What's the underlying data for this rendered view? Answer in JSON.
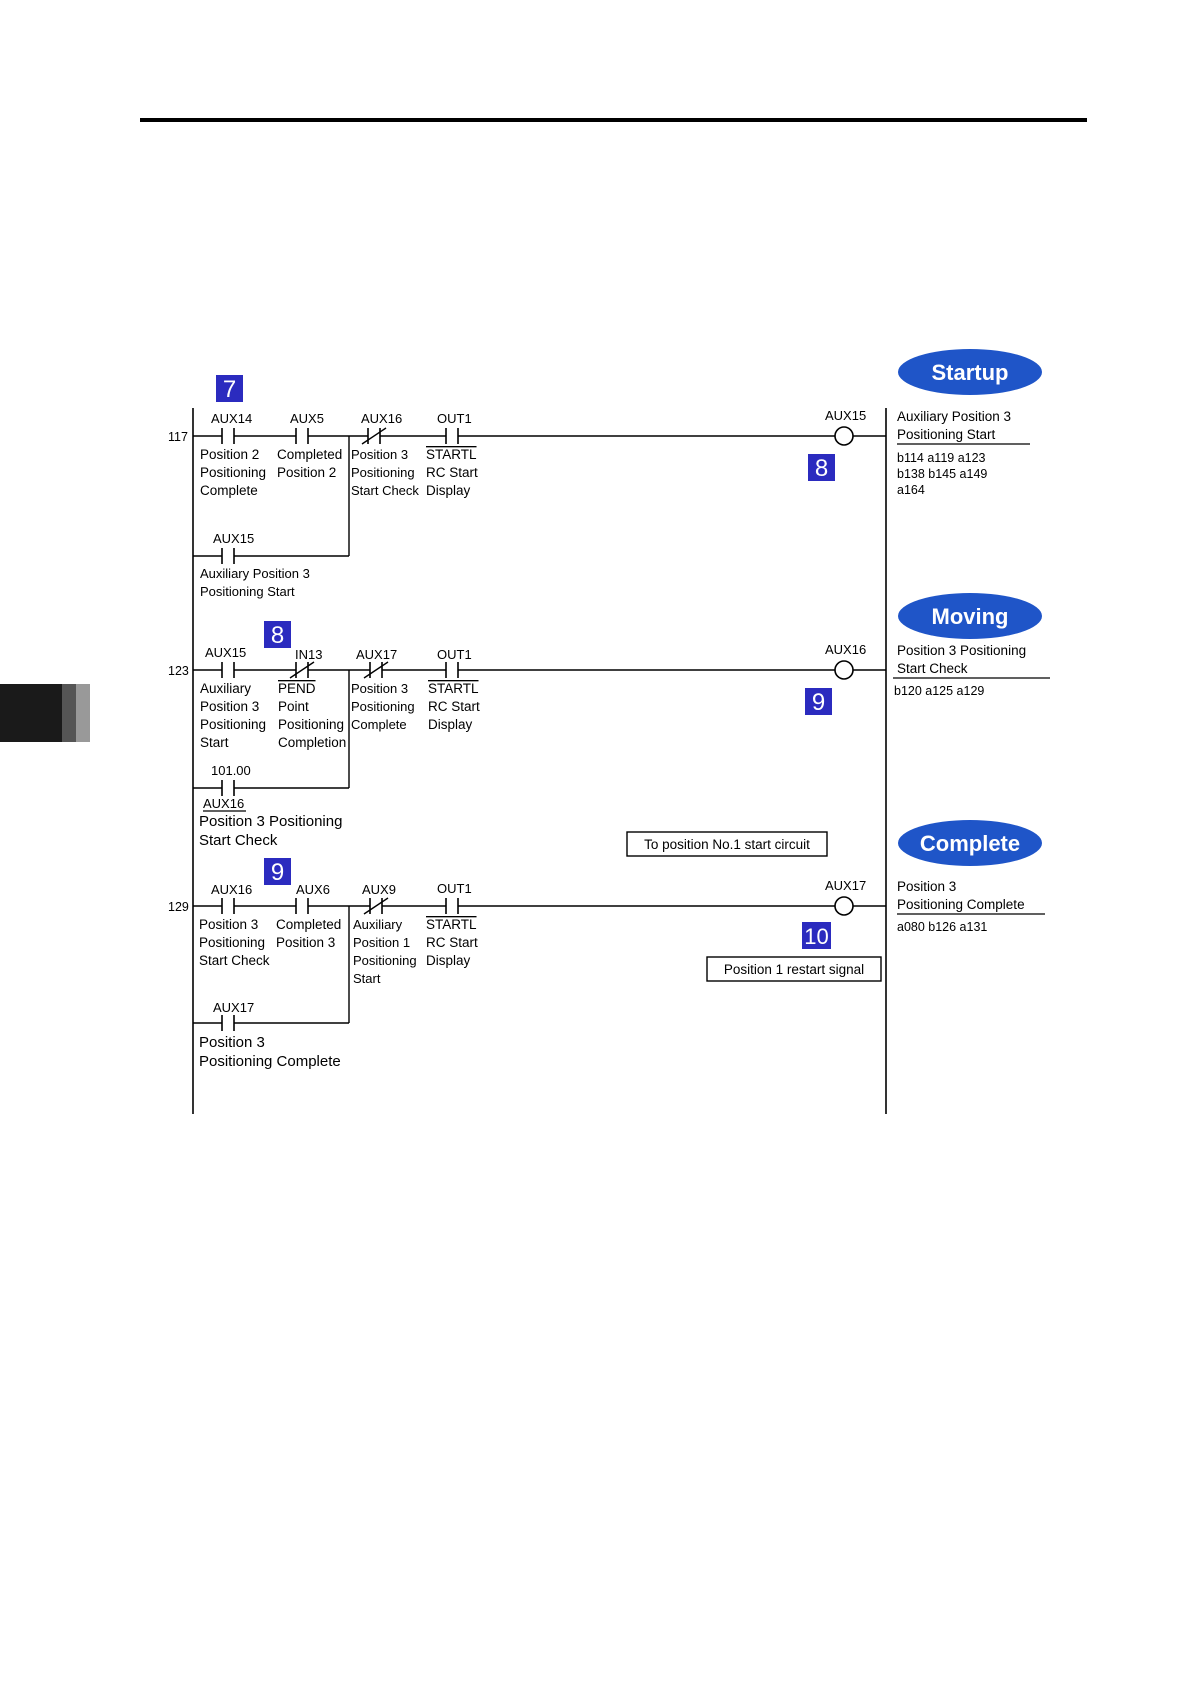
{
  "rungs": [
    {
      "number": "117",
      "contacts": [
        {
          "tag": "AUX14",
          "lines": [
            "Position 2",
            "Positioning",
            "Complete"
          ]
        },
        {
          "tag": "AUX5",
          "lines": [
            "Completed",
            "Position 2"
          ]
        },
        {
          "tag": "AUX16",
          "lines": [
            "Position 3",
            "Positioning",
            "Start Check"
          ]
        },
        {
          "tag": "OUT1",
          "lines": [
            "STARTL",
            "RC Start",
            "Display"
          ]
        }
      ],
      "branch": {
        "tag": "AUX15",
        "lines": [
          "Auxiliary Position 3",
          "Positioning Start"
        ]
      },
      "coil": {
        "tag": "AUX15",
        "lines": [
          "Auxiliary Position 3",
          "Positioning Start"
        ],
        "xref": [
          "b114 a119 a123",
          "b138 b145 a149",
          "a164"
        ]
      }
    },
    {
      "number": "123",
      "contacts": [
        {
          "tag": "AUX15",
          "lines": [
            "Auxiliary",
            "Position 3",
            "Positioning",
            "Start"
          ]
        },
        {
          "tag": "IN13",
          "lines": [
            "PEND",
            "Point",
            "Positioning",
            "Completion"
          ]
        },
        {
          "tag": "AUX17",
          "lines": [
            "Position 3",
            "Positioning",
            "Complete"
          ]
        },
        {
          "tag": "OUT1",
          "lines": [
            "STARTL",
            "RC Start",
            "Display"
          ]
        }
      ],
      "branch": {
        "tag": "101.00",
        "sub": "AUX16",
        "lines": [
          "Position 3 Positioning",
          "Start Check"
        ]
      },
      "coil": {
        "tag": "AUX16",
        "lines": [
          "Position 3 Positioning",
          "Start Check"
        ],
        "xref": [
          "b120 a125 a129"
        ]
      }
    },
    {
      "number": "129",
      "contacts": [
        {
          "tag": "AUX16",
          "lines": [
            "Position 3",
            "Positioning",
            "Start Check"
          ]
        },
        {
          "tag": "AUX6",
          "lines": [
            "Completed",
            "Position 3"
          ]
        },
        {
          "tag": "AUX9",
          "lines": [
            "Auxiliary",
            "Position 1",
            "Positioning",
            "Start"
          ]
        },
        {
          "tag": "OUT1",
          "lines": [
            "STARTL",
            "RC Start",
            "Display"
          ]
        }
      ],
      "branch": {
        "tag": "AUX17",
        "lines": [
          "Position 3",
          "Positioning Complete"
        ]
      },
      "coil": {
        "tag": "AUX17",
        "lines": [
          "Position 3",
          "Positioning Complete"
        ],
        "xref": [
          "a080 b126 a131"
        ]
      }
    }
  ],
  "states": [
    "Startup",
    "Moving",
    "Complete"
  ],
  "badges": [
    "7",
    "8",
    "8",
    "9",
    "9",
    "10"
  ],
  "notes": [
    "To position No.1 start circuit",
    "Position 1 restart signal"
  ],
  "colors": {
    "badge": "#2b2bbf",
    "pill": "#1f55c8"
  }
}
